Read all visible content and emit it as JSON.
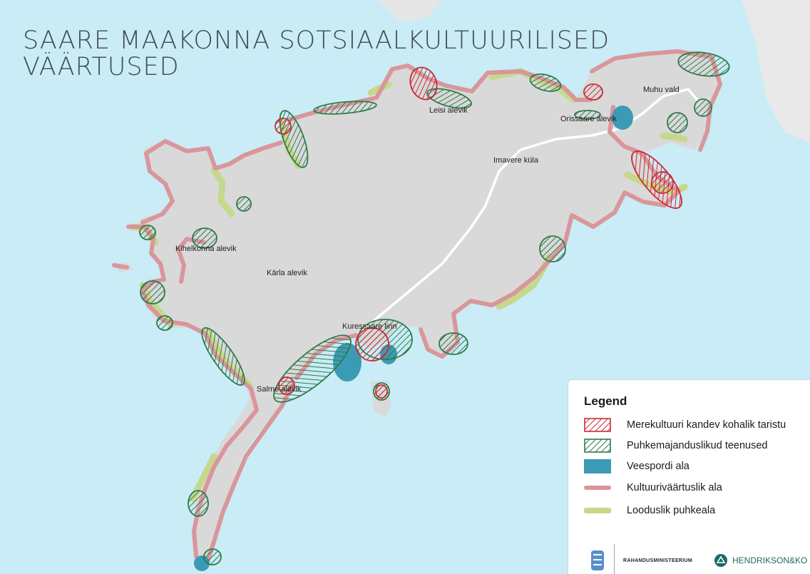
{
  "title": {
    "line1": "SAARE MAAKONNA SOTSIAALKULTUURILISED",
    "line2": "VÄÄRTUSED"
  },
  "places": [
    {
      "id": "leisi",
      "label": "Leisi alevik"
    },
    {
      "id": "orissaare",
      "label": "Orissaare alevik"
    },
    {
      "id": "muhu",
      "label": "Muhu vald"
    },
    {
      "id": "imavere",
      "label": "Imavere küla"
    },
    {
      "id": "kihelkonna",
      "label": "Kihelkonna alevik"
    },
    {
      "id": "karla",
      "label": "Kärla alevik"
    },
    {
      "id": "kuressaare",
      "label": "Kuressaare linn"
    },
    {
      "id": "salme",
      "label": "Salme alevik"
    }
  ],
  "legend": {
    "title": "Legend",
    "items": [
      {
        "label": "Merekultuuri kandev kohalik taristu",
        "symbol": "red-hatch"
      },
      {
        "label": "Puhkemajanduslikud teenused",
        "symbol": "green-hatch"
      },
      {
        "label": "Veespordi ala",
        "symbol": "teal-fill"
      },
      {
        "label": "Kultuuriväärtuslik ala",
        "symbol": "pink-line"
      },
      {
        "label": "Looduslik puhkeala",
        "symbol": "green-line"
      }
    ]
  },
  "logos": {
    "ministry": "RAHANDUSMINISTEERIUM",
    "company": "HENDRIKSON&KO"
  },
  "colors": {
    "sea": "#c9ecf6",
    "land": "#d9d9d9",
    "mainland": "#e9e9e9",
    "cultural": "#d9969b",
    "nature": "#c6d88c",
    "hatch_red": "#cc2a36",
    "hatch_green": "#2f7a4c",
    "water_sport": "#3b9bb5"
  }
}
